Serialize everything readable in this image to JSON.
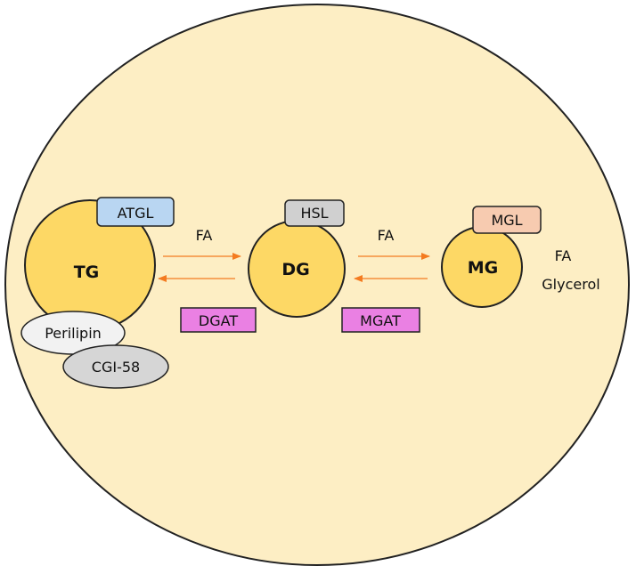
{
  "molecules": {
    "tg": "TG",
    "dg": "DG",
    "mg": "MG"
  },
  "enzymes": {
    "atgl": "ATGL",
    "hsl": "HSL",
    "mgl": "MGL",
    "dgat": "DGAT",
    "mgat": "MGAT"
  },
  "proteins": {
    "perilipin": "Perilipin",
    "cgi58": "CGI-58"
  },
  "products": {
    "fa_tg_dg": "FA",
    "fa_dg_mg": "FA",
    "fa_final": "FA",
    "glycerol": "Glycerol"
  },
  "colors": {
    "cell_fill": "#fdeec4",
    "droplet_fill": "#fdd865",
    "arrow": "#f47b20",
    "atgl_fill": "#b9d6f2",
    "hsl_fill": "#d0d0d0",
    "mgl_fill": "#f7cbb0",
    "acyltransferase_fill": "#ea80e3",
    "perilipin_fill": "#f2f2f2",
    "cgi58_fill": "#d6d6d6"
  }
}
